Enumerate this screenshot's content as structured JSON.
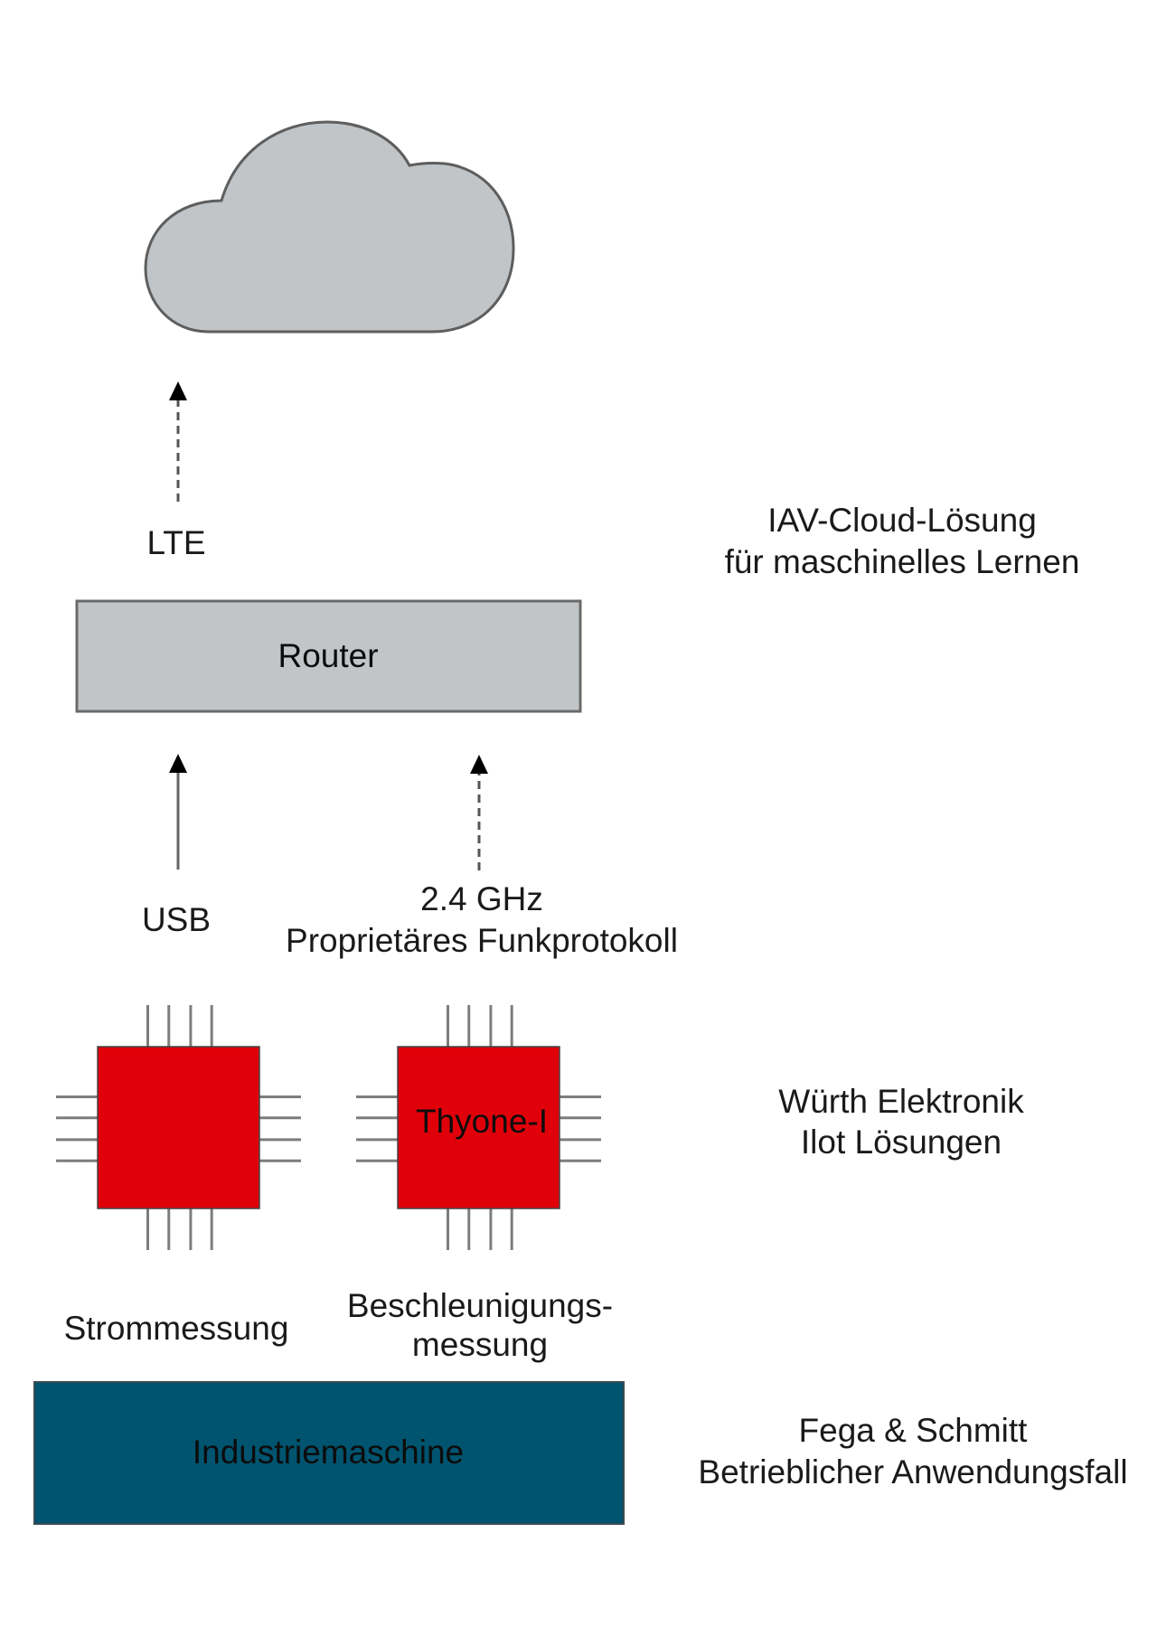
{
  "diagram": {
    "cloud": {
      "label": "",
      "fill": "#c1c5c8",
      "stroke": "#5e5e5e"
    },
    "lte_link": {
      "label": "LTE",
      "style": "dashed"
    },
    "router": {
      "label": "Router",
      "fill": "#c1c5c8",
      "stroke": "#6a6a6a"
    },
    "usb_link": {
      "label": "USB",
      "style": "solid"
    },
    "radio_link": {
      "label_line1": "2.4 GHz",
      "label_line2": "Proprietäres Funkprotokoll",
      "style": "dashed"
    },
    "chip_left": {
      "label": "",
      "fill": "#e0000a",
      "pin_color": "#7d7d7d"
    },
    "chip_right": {
      "label": "Thyone-I",
      "fill": "#e0000a",
      "pin_color": "#7d7d7d"
    },
    "measurement_left": {
      "label": "Strommessung"
    },
    "measurement_right": {
      "label_line1": "Beschleunigungs-",
      "label_line2": "messung"
    },
    "machine": {
      "label": "Industriemaschine",
      "fill": "#00546f"
    },
    "layers": [
      {
        "line1": "IAV-Cloud-Lösung",
        "line2": "für maschinelles Lernen"
      },
      {
        "line1": "Würth Elektronik",
        "line2": "Ilot Lösungen"
      },
      {
        "line1": "Fega & Schmitt",
        "line2": "Betrieblicher Anwendungsfall"
      }
    ]
  }
}
